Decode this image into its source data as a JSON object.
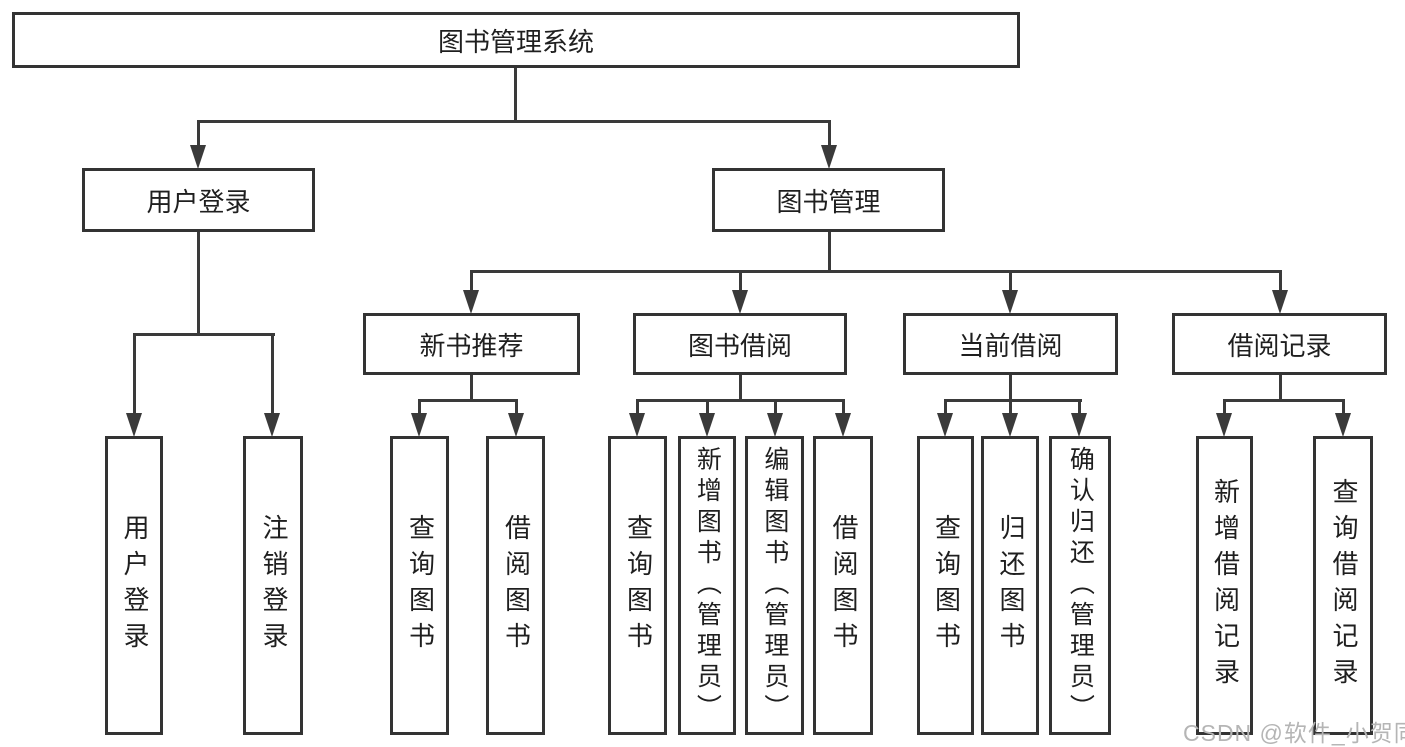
{
  "colors": {
    "line": "#3a3a3a",
    "border": "#333333",
    "text": "#1f1f1f",
    "bg": "#ffffff",
    "watermark": "#b5b5b5"
  },
  "watermark": {
    "text": "CSDN @软件_小贺同学"
  },
  "diagram": {
    "type": "hierarchy-tree",
    "root": {
      "label": "图书管理系统",
      "children": [
        {
          "label": "用户登录",
          "children": [
            {
              "label": "用户登录"
            },
            {
              "label": "注销登录"
            }
          ]
        },
        {
          "label": "图书管理",
          "children": [
            {
              "label": "新书推荐",
              "children": [
                {
                  "label": "查询图书"
                },
                {
                  "label": "借阅图书"
                }
              ]
            },
            {
              "label": "图书借阅",
              "children": [
                {
                  "label": "查询图书"
                },
                {
                  "label": "新增图书（管理员）"
                },
                {
                  "label": "编辑图书（管理员）"
                },
                {
                  "label": "借阅图书"
                }
              ]
            },
            {
              "label": "当前借阅",
              "children": [
                {
                  "label": "查询图书"
                },
                {
                  "label": "归还图书"
                },
                {
                  "label": "确认归还（管理员）"
                }
              ]
            },
            {
              "label": "借阅记录",
              "children": [
                {
                  "label": "新增借阅记录"
                },
                {
                  "label": "查询借阅记录"
                }
              ]
            }
          ]
        }
      ]
    }
  }
}
